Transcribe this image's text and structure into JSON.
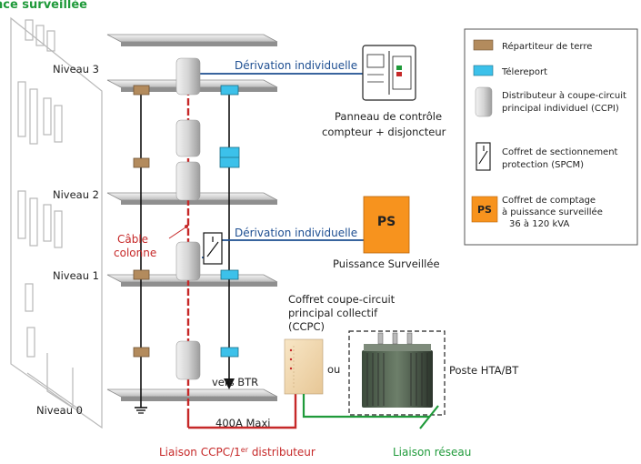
{
  "header_fragment": "nce surveillée",
  "levels": [
    "Niveau 3",
    "Niveau 2",
    "Niveau 1",
    "Niveau 0"
  ],
  "labels": {
    "derivation_top": "Dérivation individuelle",
    "derivation_mid": "Dérivation individuelle",
    "panel_line1": "Panneau de contrôle",
    "panel_line2": "compteur + disjoncteur",
    "ps_box": "PS",
    "ps_caption": "Puissance Surveillée",
    "cable_line1": "Câble",
    "cable_line2": "colonne",
    "ccpc_line1": "Coffret coupe-circuit",
    "ccpc_line2": "principal collectif",
    "ccpc_line3": "(CCPC)",
    "ou": "ou",
    "poste": "Poste HTA/BT",
    "vers_btr": "vers BTR",
    "max": "400A Maxi",
    "liaison_ccpc_a": "Liaison CCPC/1",
    "liaison_ccpc_sup": "er",
    "liaison_ccpc_b": " distributeur",
    "liaison_reseau": "Liaison réseau"
  },
  "legend": {
    "items": [
      {
        "key": "earth",
        "lines": [
          "Répartiteur de terre"
        ],
        "color": "#b38b5d"
      },
      {
        "key": "telereport",
        "lines": [
          "Télereport"
        ],
        "color": "#3cc1ea"
      },
      {
        "key": "ccpi",
        "lines": [
          "Distributeur à coupe-circuit",
          "principal individuel (CCPI)"
        ]
      },
      {
        "key": "spcm",
        "lines": [
          "Coffret de sectionnement",
          "protection (SPCM)"
        ]
      },
      {
        "key": "ps",
        "lines": [
          "Coffret de comptage",
          "à puissance surveillée",
          "36 à 120 kVA"
        ],
        "badge": "PS",
        "color": "#f7931e"
      }
    ]
  },
  "colors": {
    "riser": "#c62828",
    "derivation": "#1d4e91",
    "network": "#1f9a3a",
    "earth_box": "#b38b5d",
    "telereport_box": "#3cc1ea",
    "ps_box": "#f7931e",
    "slab": "#d9d9d9"
  }
}
